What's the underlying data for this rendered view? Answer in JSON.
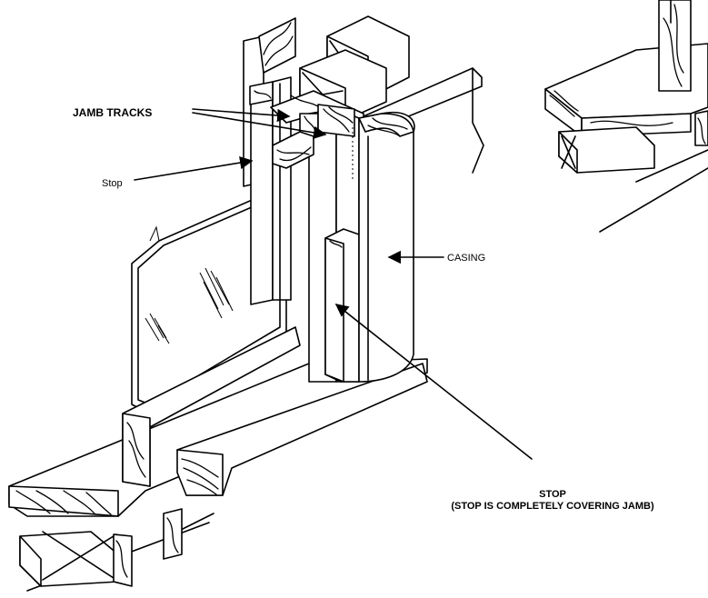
{
  "labels": {
    "jamb_tracks": "JAMB TRACKS",
    "stop_left": "Stop",
    "casing": "CASING",
    "stop_main": "STOP",
    "stop_note": "(STOP IS COMPLETELY COVERING JAMB)"
  },
  "colors": {
    "ink": "#000000",
    "paper": "#ffffff"
  }
}
